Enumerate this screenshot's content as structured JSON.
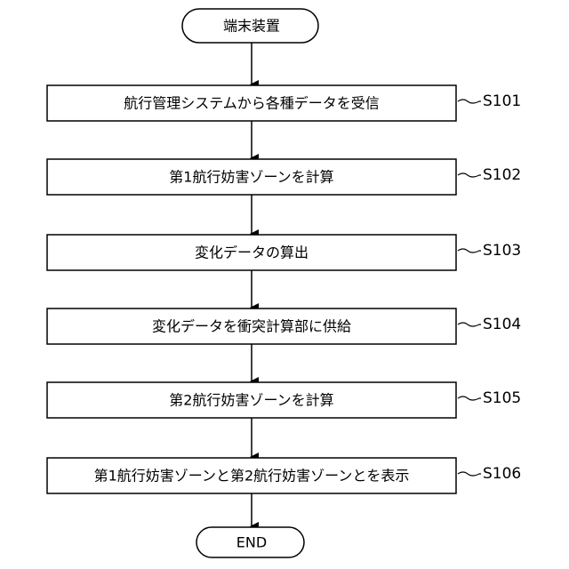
{
  "flowchart": {
    "start": {
      "label": "端末装置"
    },
    "steps": [
      {
        "id": "S101",
        "label": "航行管理システムから各種データを受信"
      },
      {
        "id": "S102",
        "label": "第1航行妨害ゾーンを計算"
      },
      {
        "id": "S103",
        "label": "変化データの算出"
      },
      {
        "id": "S104",
        "label": "変化データを衝突計算部に供給"
      },
      {
        "id": "S105",
        "label": "第2航行妨害ゾーンを計算"
      },
      {
        "id": "S106",
        "label": "第1航行妨害ゾーンと第2航行妨害ゾーンとを表示"
      }
    ],
    "end": {
      "label": "END"
    }
  }
}
